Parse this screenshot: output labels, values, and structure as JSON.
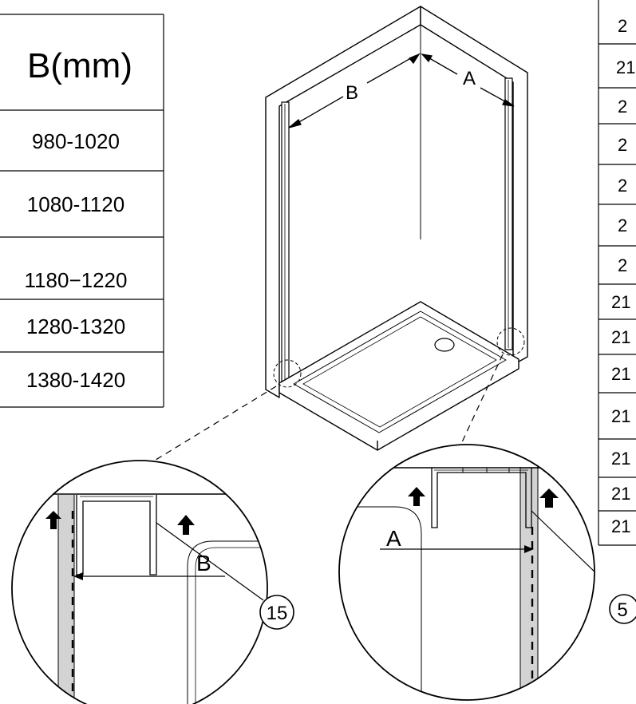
{
  "left_table": {
    "header": "B(mm)",
    "rows": [
      "980-1020",
      "1080-1120",
      "1180−1220",
      "1280-1320",
      "1380-1420"
    ]
  },
  "right_table": {
    "rows": [
      "2",
      "21",
      "2",
      "2",
      "2",
      "2",
      "2",
      "21",
      "21",
      "21",
      "21",
      "21",
      "21",
      "21"
    ]
  },
  "diagram": {
    "label_a": "A",
    "label_b": "B"
  },
  "detail_left": {
    "dimension_label": "B",
    "callout": "15"
  },
  "detail_right": {
    "dimension_label": "A",
    "callout": "5"
  },
  "colors": {
    "line": "#000000",
    "wall_shade": "#d3d3d3",
    "background": "#ffffff"
  }
}
